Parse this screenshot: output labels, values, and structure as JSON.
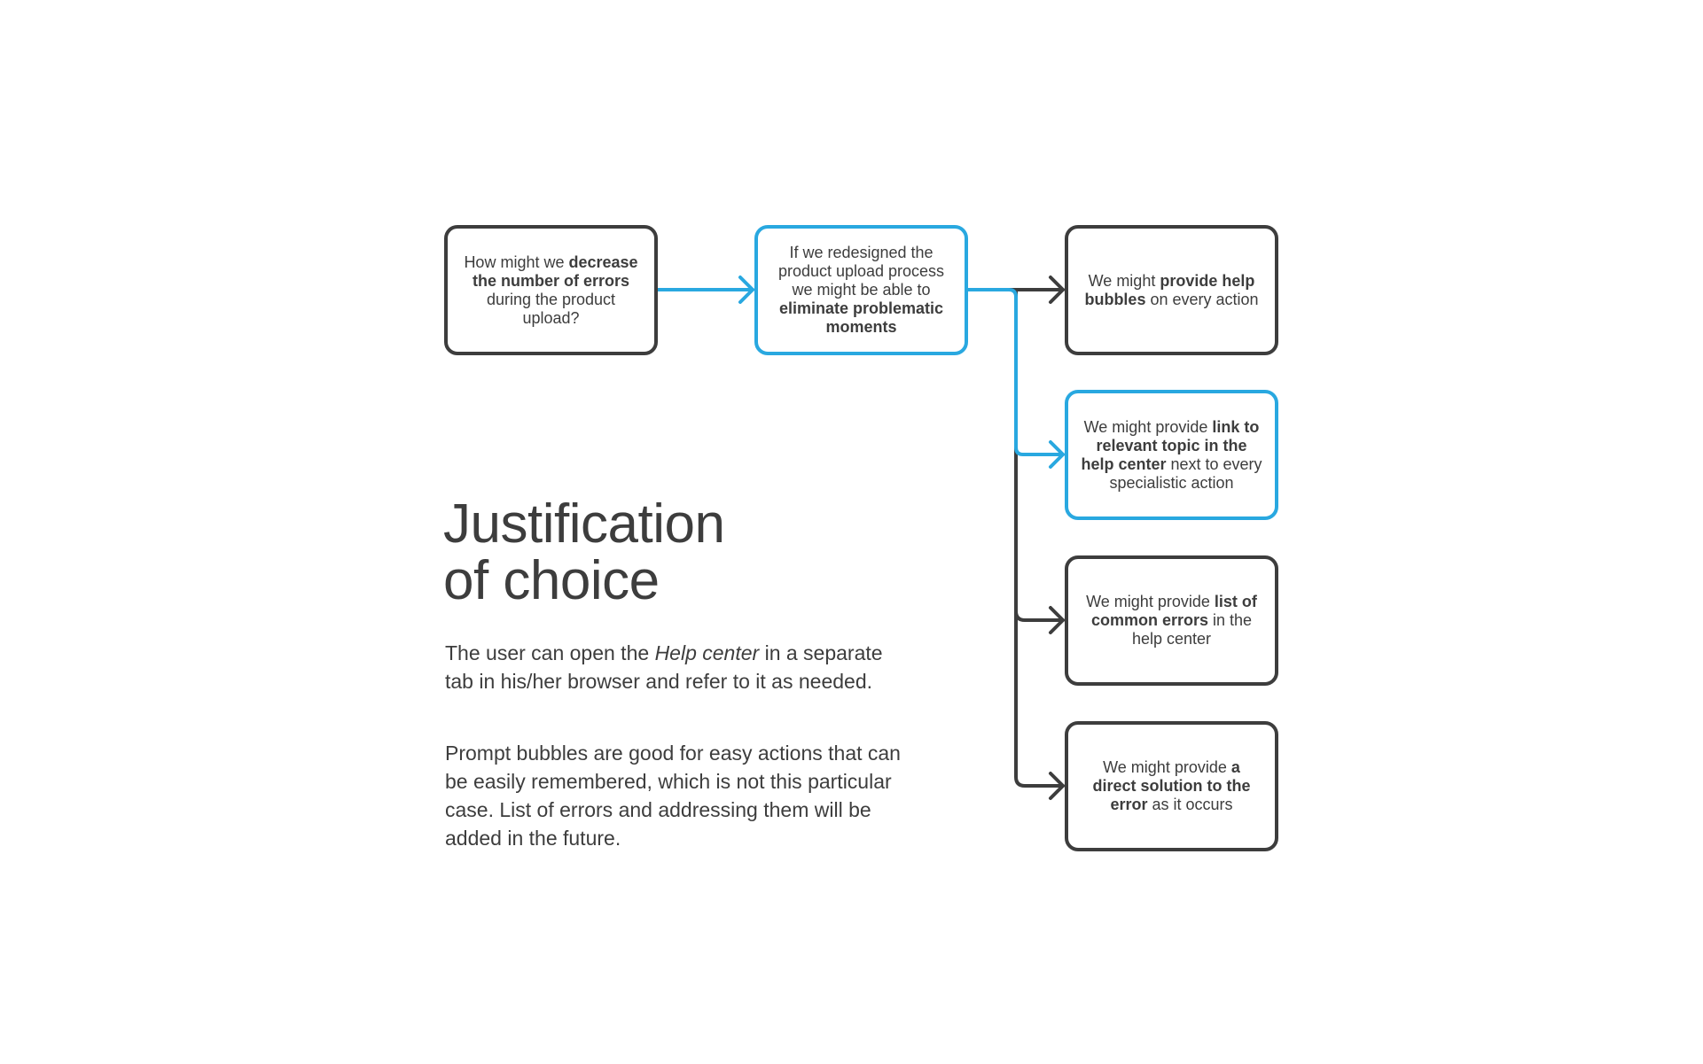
{
  "colors": {
    "dark": "#3d3d3d",
    "accent": "#29a8e0"
  },
  "boxes": [
    {
      "pre": "How might we ",
      "bold": "decrease the number of errors",
      "post": " during the product upload?"
    },
    {
      "pre": "If we redesigned the product upload process we might be able to ",
      "bold": "eliminate problematic moments",
      "post": ""
    },
    {
      "pre": "We might ",
      "bold": "provide help bubbles",
      "post": " on every action"
    },
    {
      "pre": "We might provide ",
      "bold": "link to relevant topic in the help center",
      "post": " next to every specialistic action"
    },
    {
      "pre": "We might provide ",
      "bold": "list of common errors",
      "post": " in the help center"
    },
    {
      "pre": "We might provide ",
      "bold": "a direct solution to the error",
      "post": " as it occurs"
    }
  ],
  "justification": {
    "title_line1": "Justification",
    "title_line2": "of choice",
    "p1_pre": "The user can open the ",
    "p1_italic": "Help center",
    "p1_post": " in a separate tab in his/her browser and refer to it as needed.",
    "p2": "Prompt bubbles are good for easy actions that can be easily remembered, which is not this particular case. List of errors and addressing them will be added in the future."
  }
}
